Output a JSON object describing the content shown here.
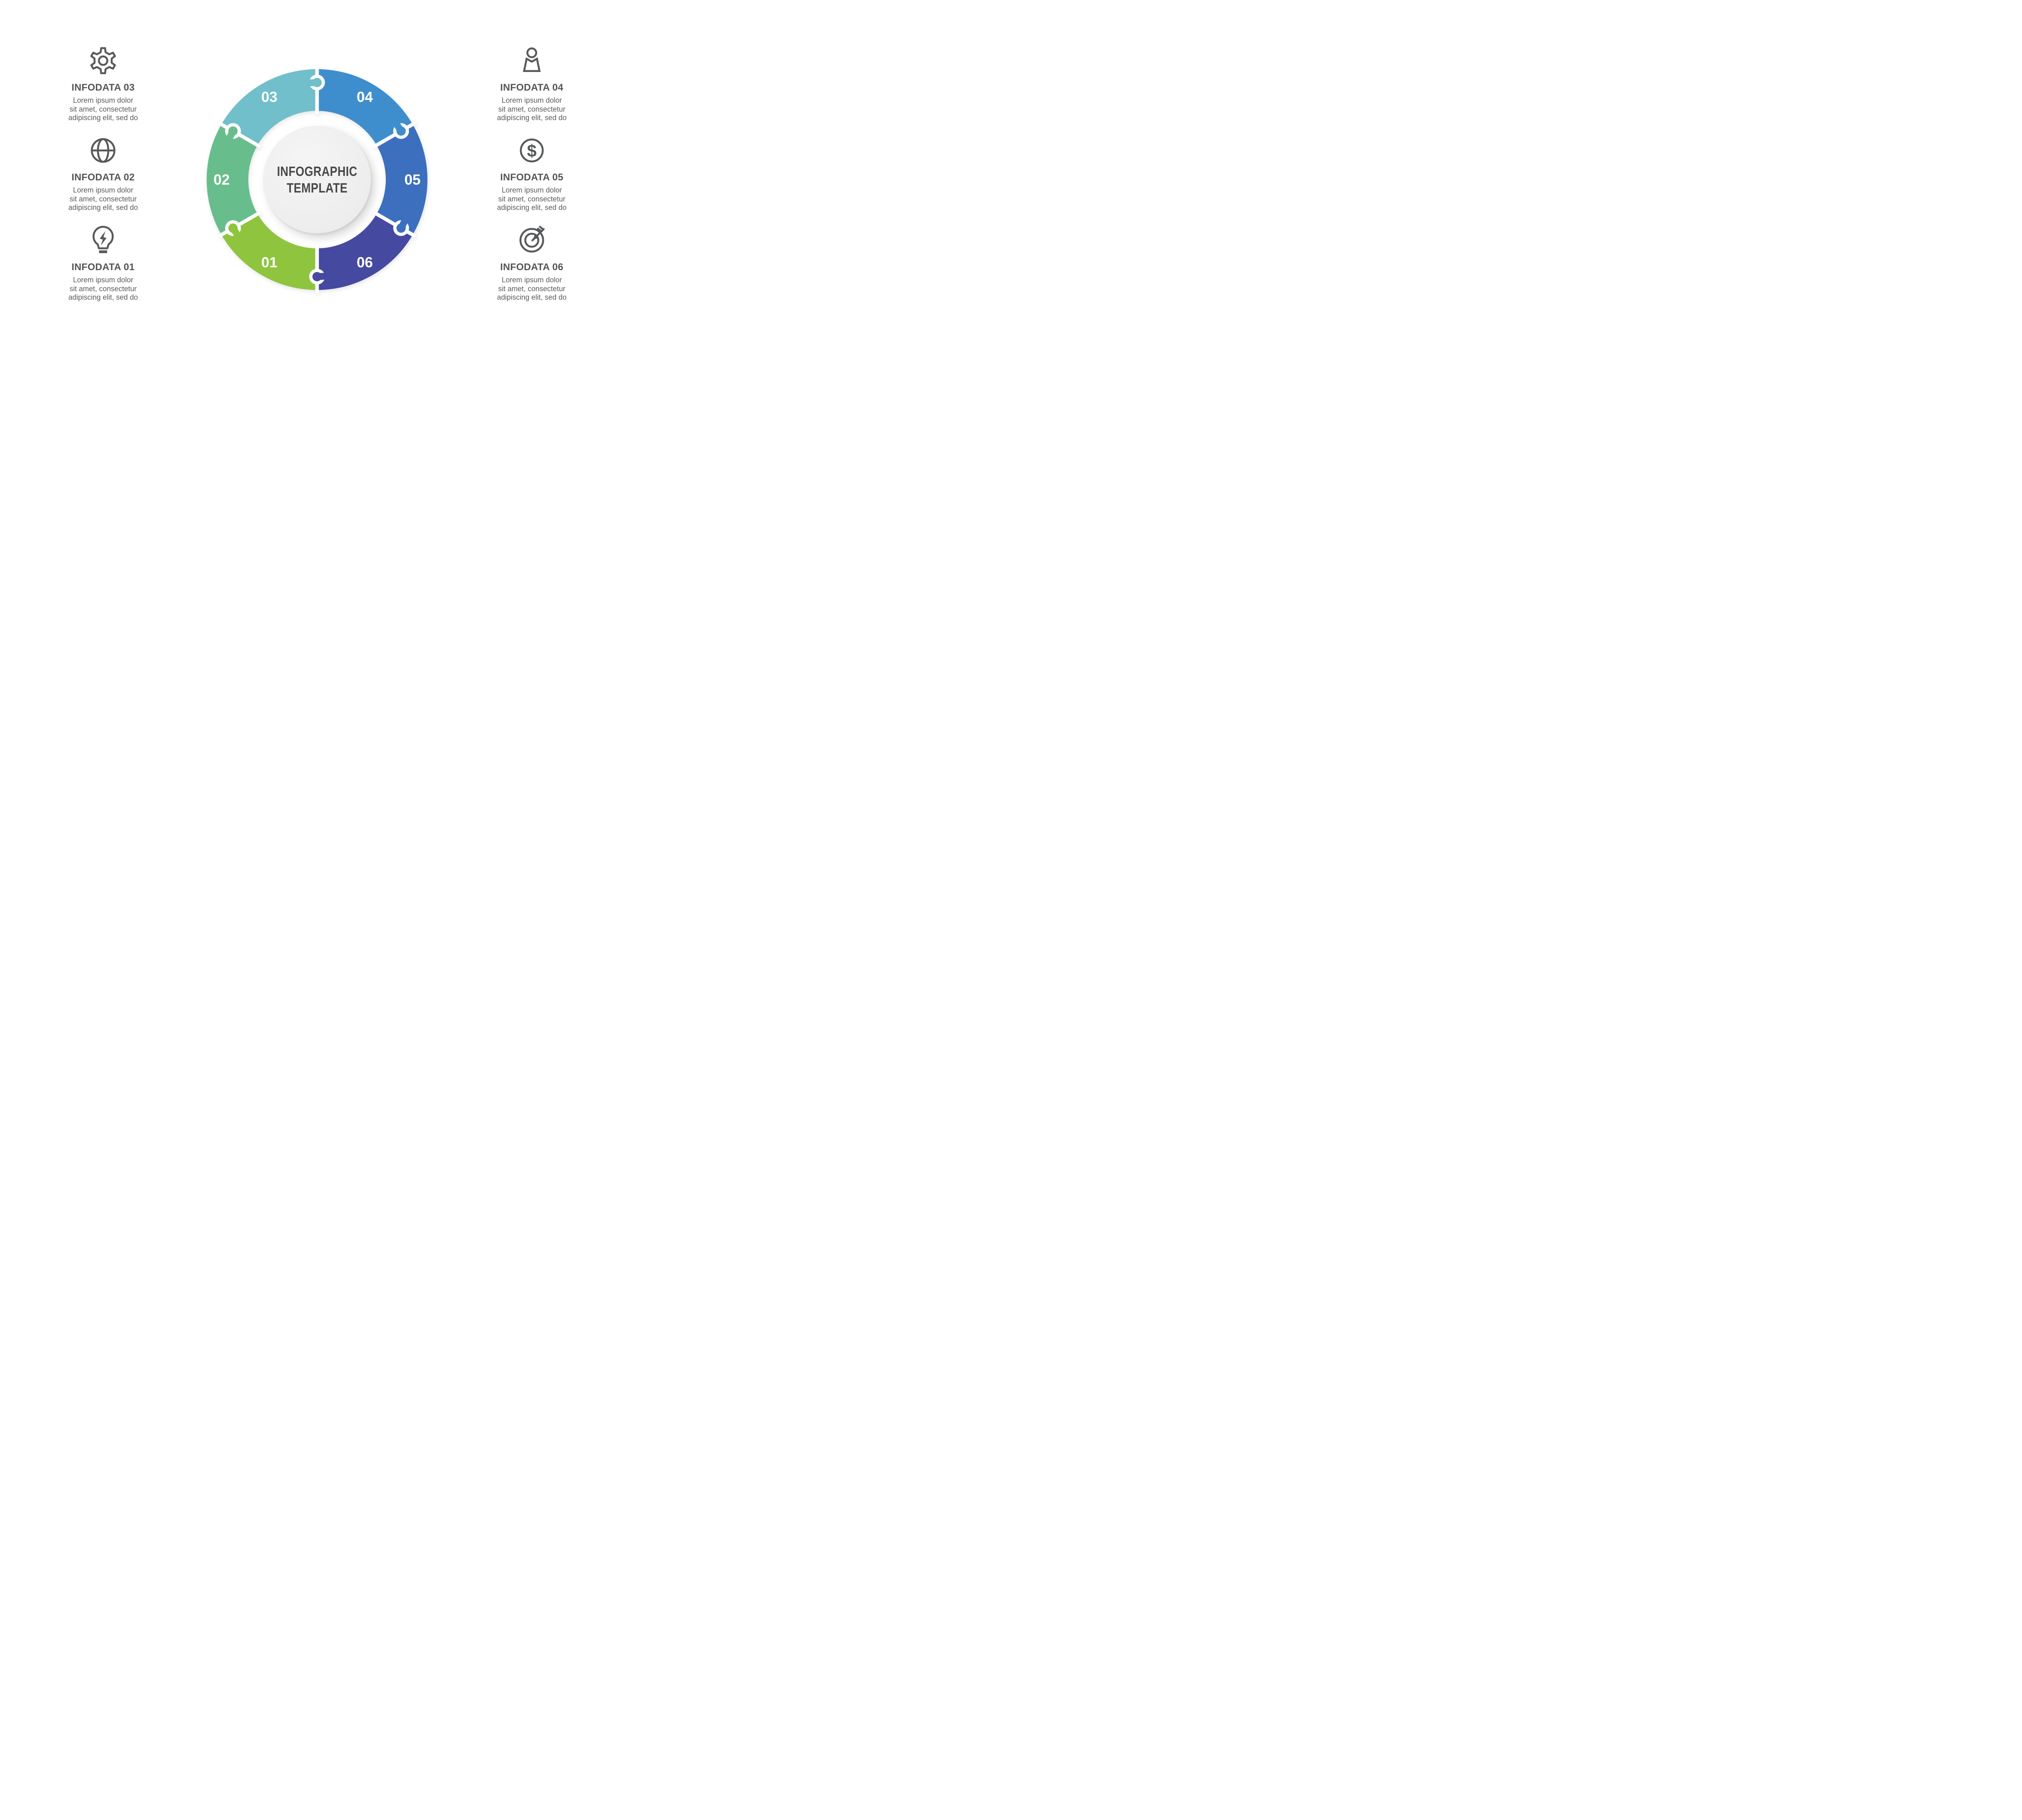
{
  "figure": {
    "center_line1": "INFOGRAPHIC",
    "center_line2": "TEMPLATE"
  },
  "ring": {
    "number_color": "#FFFFFF",
    "segments": [
      {
        "number": "01",
        "color": "#8FC43E",
        "angle": 120
      },
      {
        "number": "02",
        "color": "#68BD8C",
        "angle": 180
      },
      {
        "number": "03",
        "color": "#70BFCA",
        "angle": 240
      },
      {
        "number": "04",
        "color": "#3E8ECD",
        "angle": 300
      },
      {
        "number": "05",
        "color": "#3D6FBF",
        "angle": 0
      },
      {
        "number": "06",
        "color": "#4549A0",
        "angle": 60
      }
    ]
  },
  "blocks": [
    {
      "id": "03",
      "icon": "gear-icon",
      "title": "INFODATA 03",
      "lines": [
        "Lorem ipsum dolor",
        "sit amet, consectetur",
        "adipiscing elit, sed do"
      ]
    },
    {
      "id": "02",
      "icon": "globe-icon",
      "title": "INFODATA 02",
      "lines": [
        "Lorem ipsum dolor",
        "sit amet, consectetur",
        "adipiscing elit, sed do"
      ]
    },
    {
      "id": "01",
      "icon": "lightbulb-icon",
      "title": "INFODATA 01",
      "lines": [
        "Lorem ipsum dolor",
        "sit amet, consectetur",
        "adipiscing elit, sed do"
      ]
    },
    {
      "id": "04",
      "icon": "person-icon",
      "title": "INFODATA 04",
      "lines": [
        "Lorem ipsum dolor",
        "sit amet, consectetur",
        "adipiscing elit, sed do"
      ]
    },
    {
      "id": "05",
      "icon": "dollar-icon",
      "title": "INFODATA 05",
      "lines": [
        "Lorem ipsum dolor",
        "sit amet, consectetur",
        "adipiscing elit, sed do"
      ]
    },
    {
      "id": "06",
      "icon": "target-icon",
      "title": "INFODATA 06",
      "lines": [
        "Lorem ipsum dolor",
        "sit amet, consectetur",
        "adipiscing elit, sed do"
      ]
    }
  ],
  "colors": {
    "text": "#58595B",
    "center_text": "#48484A",
    "background": "#FFFFFF"
  }
}
